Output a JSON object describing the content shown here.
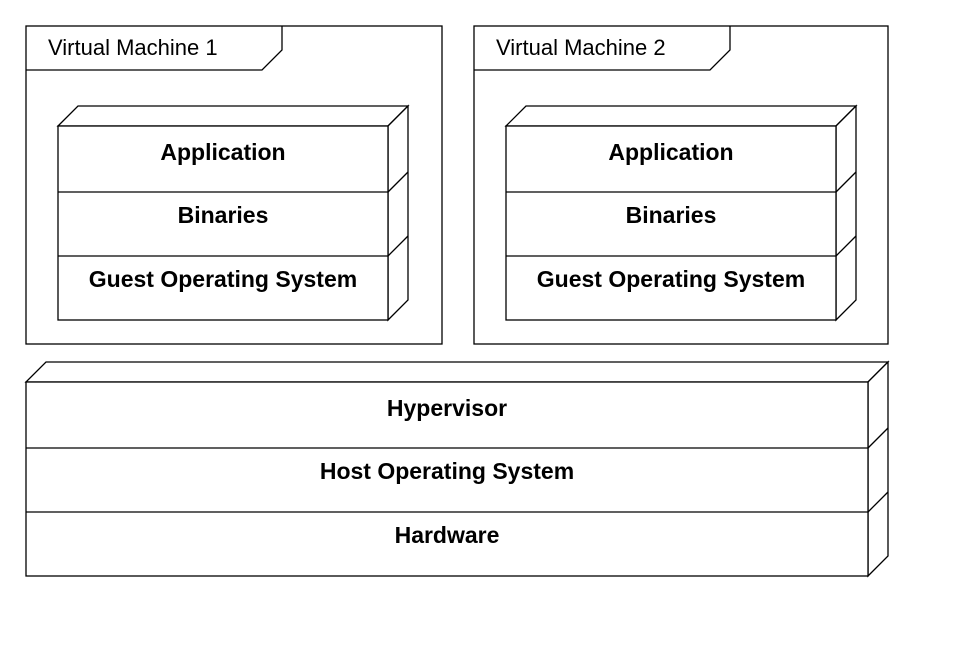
{
  "virtual_machines": [
    {
      "title": "Virtual Machine 1",
      "layers": [
        "Application",
        "Binaries",
        "Guest Operating System"
      ]
    },
    {
      "title": "Virtual Machine 2",
      "layers": [
        "Application",
        "Binaries",
        "Guest Operating System"
      ]
    }
  ],
  "host_stack": {
    "layers": [
      "Hypervisor",
      "Host Operating System",
      "Hardware"
    ]
  }
}
